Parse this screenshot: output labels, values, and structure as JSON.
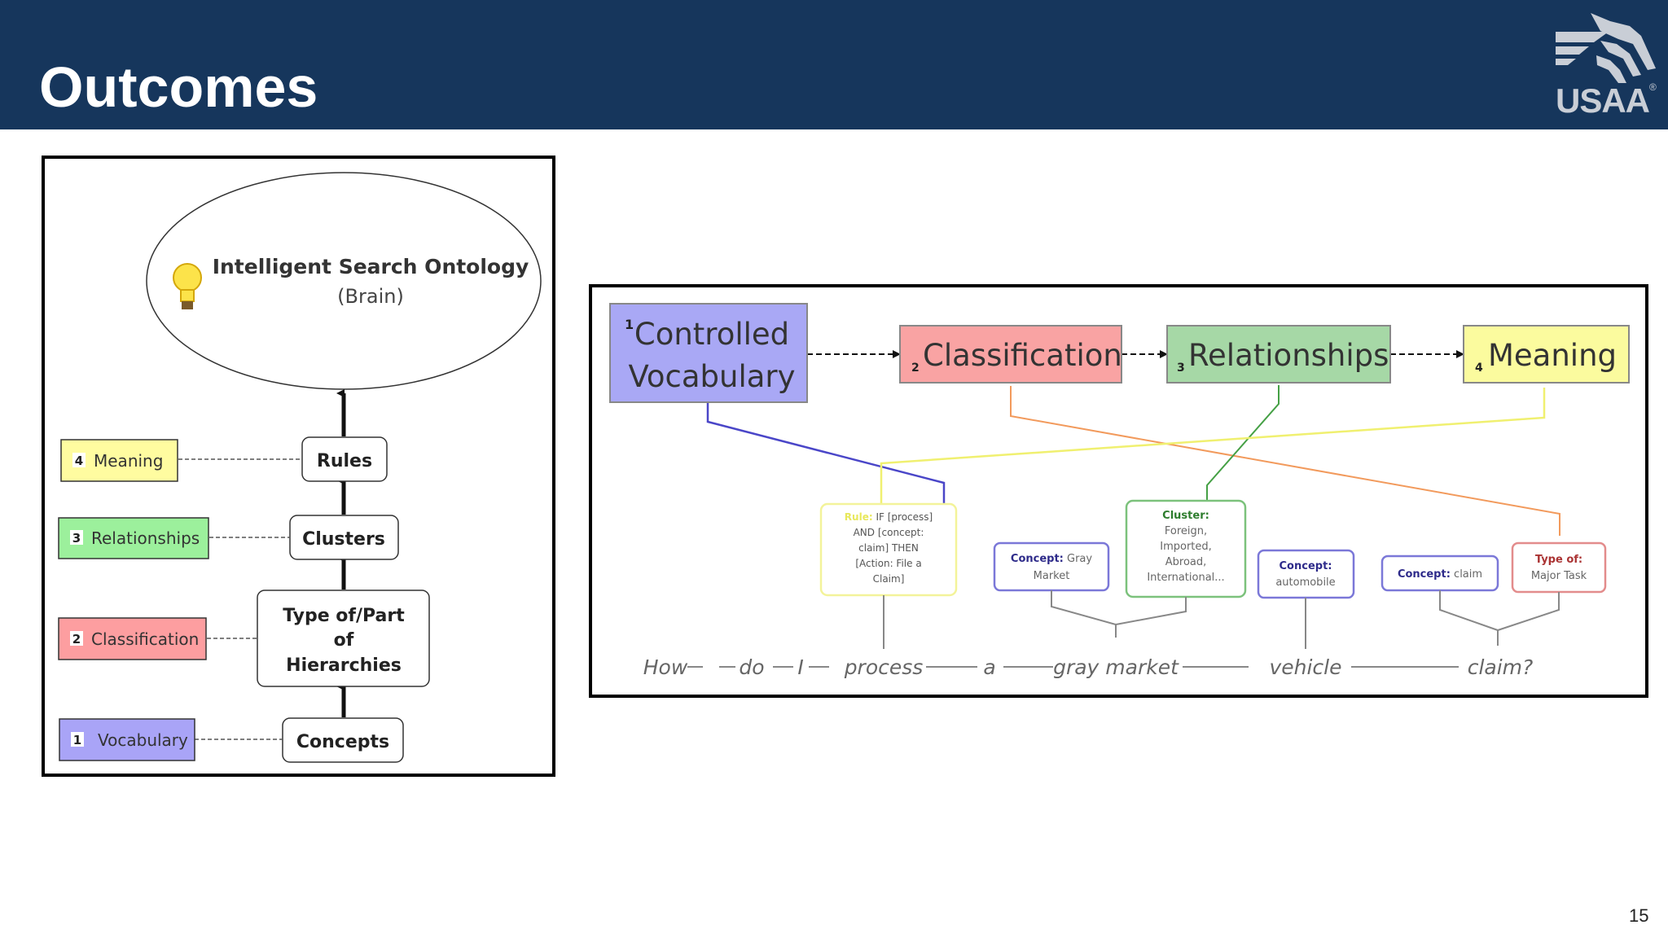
{
  "slide": {
    "title": "Outcomes",
    "page_number": "15",
    "logo_text": "USAA",
    "logo_mark": "®"
  },
  "left_diagram": {
    "brain_title": "Intelligent Search Ontology",
    "brain_subtitle": "(Brain)",
    "stack": [
      {
        "label": "Rules"
      },
      {
        "label": "Clusters"
      },
      {
        "label_lines": [
          "Type of/Part",
          "of",
          "Hierarchies"
        ]
      },
      {
        "label": "Concepts"
      }
    ],
    "tags": [
      {
        "num": "4",
        "label": "Meaning",
        "color": "#fffca0"
      },
      {
        "num": "3",
        "label": "Relationships",
        "color": "#9cf09c"
      },
      {
        "num": "2",
        "label": "Classification",
        "color": "#fd9ea0"
      },
      {
        "num": "1",
        "label": "Vocabulary",
        "color": "#a9a4f7"
      }
    ]
  },
  "right_diagram": {
    "stages": [
      {
        "num": "1",
        "label_lines": [
          "Controlled",
          "Vocabulary"
        ],
        "color": "#a9a8f5"
      },
      {
        "num": "2",
        "label": "Classification",
        "color": "#f9a3a3"
      },
      {
        "num": "3",
        "label": "Relationships",
        "color": "#a6d8a6"
      },
      {
        "num": "4",
        "label": "Meaning",
        "color": "#fbfb9e"
      }
    ],
    "cards": [
      {
        "label": "Rule:",
        "lines": [
          "IF [process]",
          "AND [concept:",
          "claim] THEN",
          "[Action: File a",
          "Claim]"
        ],
        "border": "#f3f39a"
      },
      {
        "label": "Concept:",
        "text": "Gray",
        "line2": "Market",
        "border": "#7b78d8"
      },
      {
        "label": "Cluster:",
        "lines": [
          "Foreign,",
          "Imported,",
          "Abroad,",
          "International..."
        ],
        "border": "#7cc27c"
      },
      {
        "label": "Concept:",
        "line2": "automobile",
        "border": "#7b78d8"
      },
      {
        "label": "Concept:",
        "text": "claim",
        "border": "#7b78d8"
      },
      {
        "label": "Type of:",
        "line2": "Major Task",
        "border": "#e38c8c"
      }
    ],
    "sentence": [
      "How",
      "do",
      "I",
      "process",
      "a",
      "gray market",
      "vehicle",
      "claim?"
    ]
  }
}
